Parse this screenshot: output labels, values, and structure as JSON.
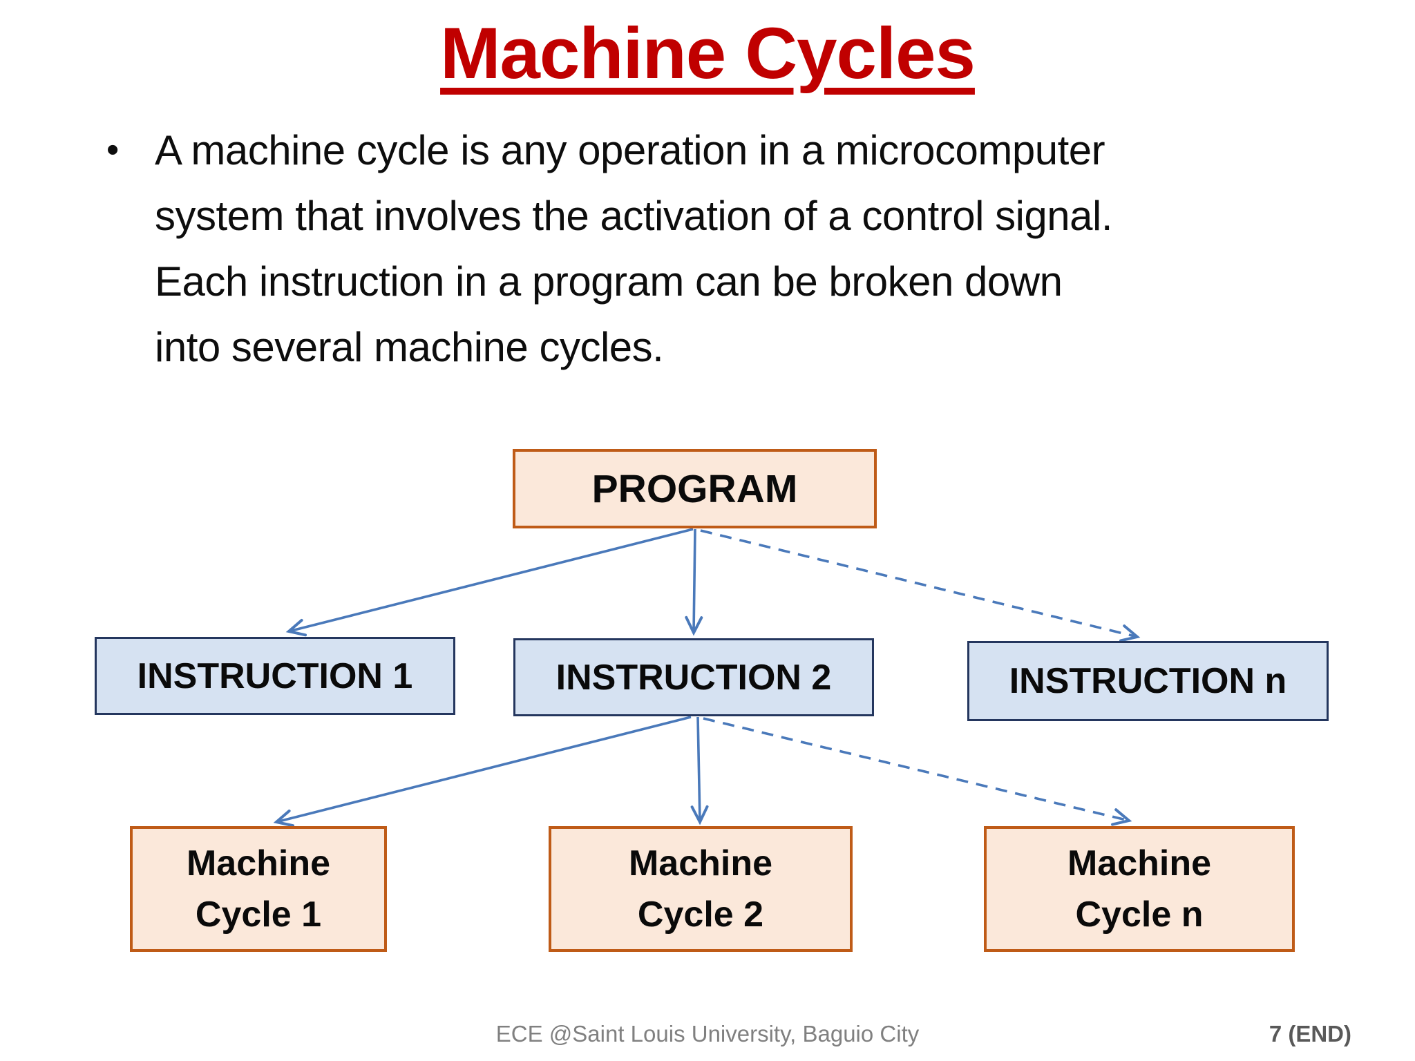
{
  "slide": {
    "title": "Machine Cycles",
    "bullet": "•",
    "paragraph_lines": [
      "A machine cycle is any operation in a microcomputer",
      "system that involves the activation of a control signal.",
      "Each instruction in a program can be broken down",
      "into several machine cycles."
    ],
    "footer": {
      "credit": "ECE @Saint Louis University, Baguio City",
      "page_label": "7 (END)"
    }
  },
  "diagram": {
    "program": {
      "label": "PROGRAM"
    },
    "instructions": [
      {
        "label": "INSTRUCTION 1"
      },
      {
        "label": "INSTRUCTION 2"
      },
      {
        "label": "INSTRUCTION n"
      }
    ],
    "machine_cycles": [
      {
        "line1": "Machine",
        "line2": "Cycle 1"
      },
      {
        "line1": "Machine",
        "line2": "Cycle 2"
      },
      {
        "line1": "Machine",
        "line2": "Cycle n"
      }
    ],
    "connections": [
      {
        "from": "PROGRAM",
        "to": "INSTRUCTION 1",
        "style": "solid"
      },
      {
        "from": "PROGRAM",
        "to": "INSTRUCTION 2",
        "style": "solid"
      },
      {
        "from": "PROGRAM",
        "to": "INSTRUCTION n",
        "style": "dashed"
      },
      {
        "from": "INSTRUCTION 2",
        "to": "Machine Cycle 1",
        "style": "solid"
      },
      {
        "from": "INSTRUCTION 2",
        "to": "Machine Cycle 2",
        "style": "solid"
      },
      {
        "from": "INSTRUCTION 2",
        "to": "Machine Cycle n",
        "style": "dashed"
      }
    ]
  },
  "colors": {
    "title_red": "#C00000",
    "body_text": "#0d0d0d",
    "peach_fill": "#FBE8DA",
    "peach_border": "#BF5B17",
    "blue_fill": "#D6E2F2",
    "blue_border": "#24365E",
    "arrow_blue": "#4A79BA",
    "footer_gray": "#808080",
    "page_number_gray": "#595959"
  }
}
